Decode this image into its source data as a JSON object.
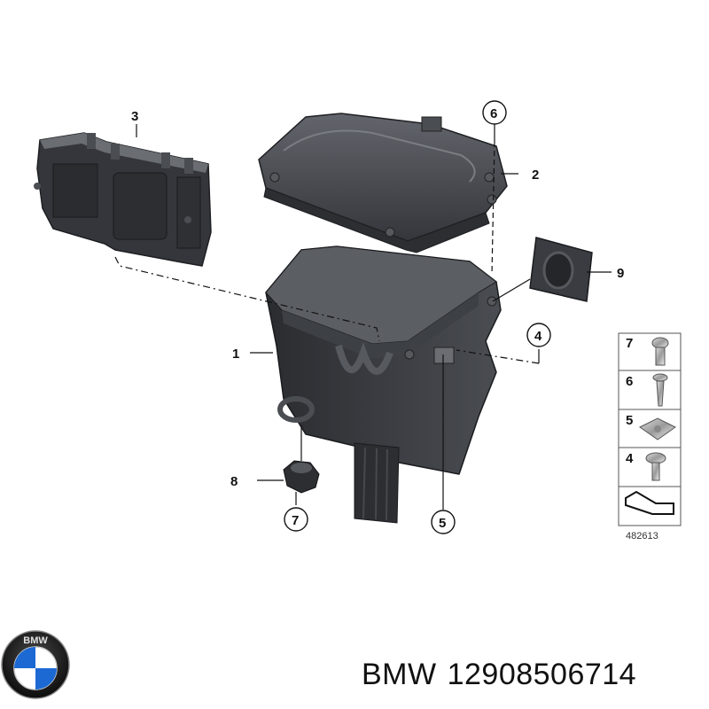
{
  "callouts": {
    "c1": "1",
    "c2": "2",
    "c3": "3",
    "c4": "4",
    "c5": "5",
    "c6": "6",
    "c7": "7",
    "c8": "8",
    "c9": "9"
  },
  "legend": {
    "items": [
      "7",
      "6",
      "5",
      "4"
    ],
    "reference": "482613"
  },
  "logo": {
    "text": "BMW"
  },
  "caption": {
    "brand": "BMW",
    "part_number": "12908506714"
  },
  "colors": {
    "part_fill": "#3b3d42",
    "part_dark": "#24262a",
    "part_light": "#5a5d63",
    "bmw_blue": "#1c69d4"
  }
}
